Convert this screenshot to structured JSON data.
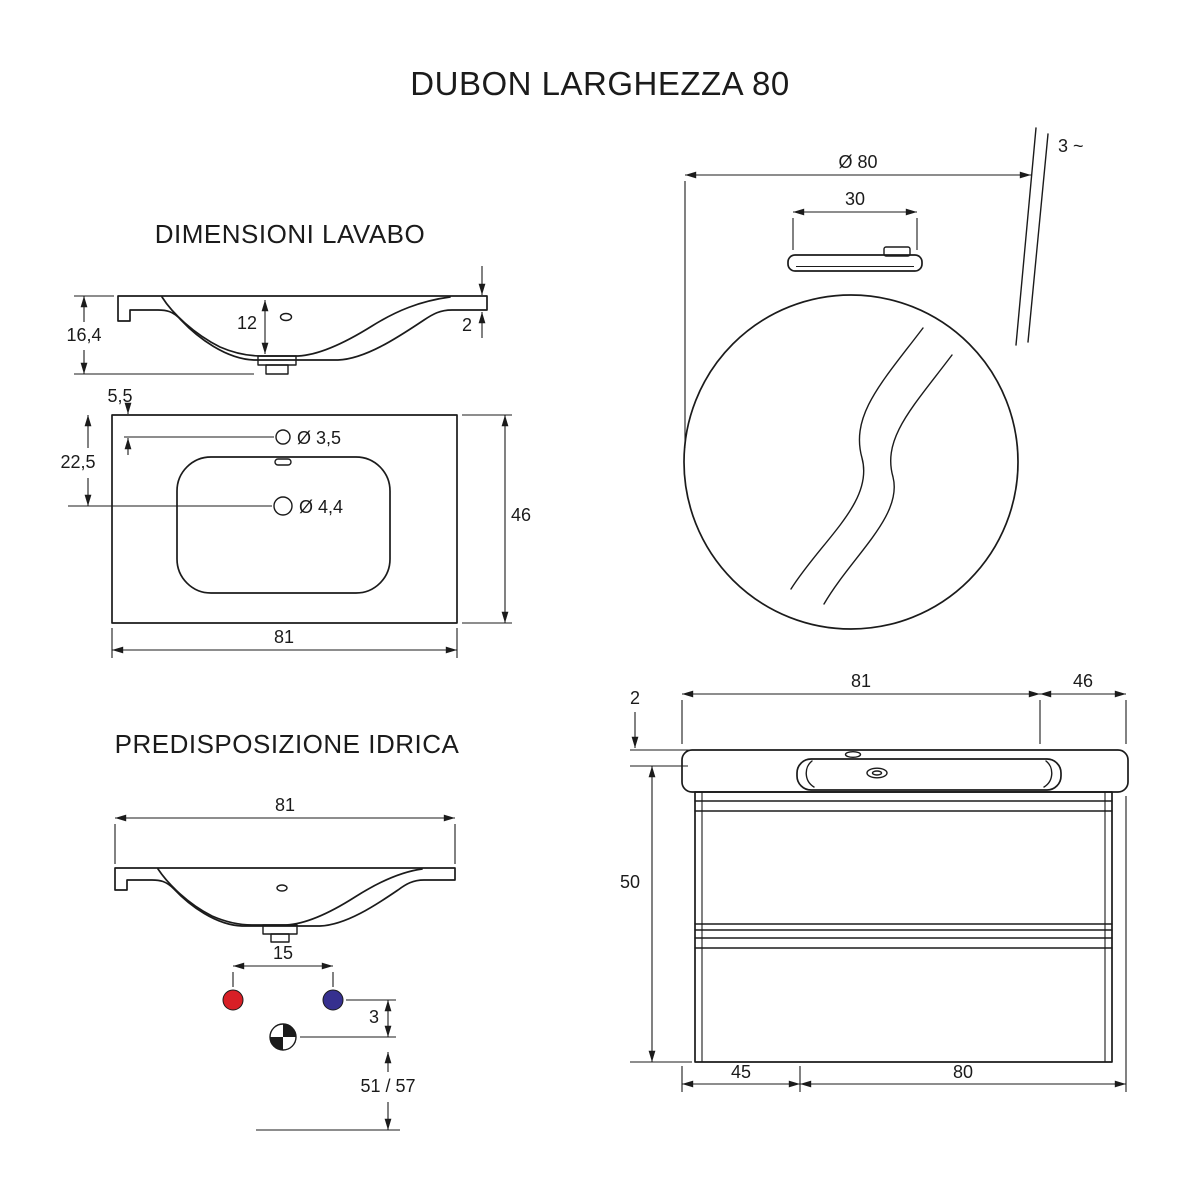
{
  "title": "DUBON LARGHEZZA 80",
  "lavabo": {
    "heading": "DIMENSIONI LAVABO",
    "section": {
      "total_height": "16,4",
      "bowl_depth": "12",
      "rim_thickness": "2"
    },
    "top_view": {
      "faucet_offset": "5,5",
      "drain_offset": "22,5",
      "faucet_hole": "Ø 3,5",
      "drain_hole": "Ø 4,4",
      "depth": "46",
      "width": "81"
    }
  },
  "idrica": {
    "heading": "PREDISPOSIZIONE IDRICA",
    "width": "81",
    "outlet_spacing": "15",
    "outlet_drain_gap": "3",
    "drain_height": "51 / 57",
    "hot_color": "#d81f26",
    "cold_color": "#36308f"
  },
  "mirror": {
    "diameter": "Ø 80",
    "lamp_width": "30",
    "wall_gap": "3 ~"
  },
  "cabinet": {
    "top_width": "81",
    "top_depth": "46",
    "top_thickness": "2",
    "height": "50",
    "bottom_depth": "45",
    "bottom_width": "80"
  }
}
